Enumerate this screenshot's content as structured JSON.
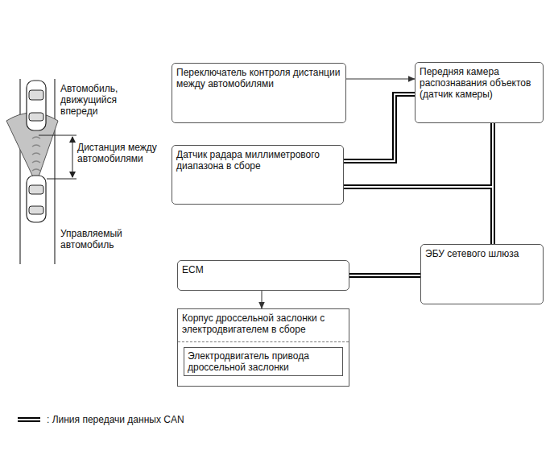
{
  "diagram": {
    "nodes": [
      {
        "text": [
          "Переключатель контроля дистанции между автомобилями"
        ]
      },
      {
        "text": [
          "Передняя камера распознавания объектов (датчик камеры)"
        ]
      },
      {
        "text": [
          "Датчик радара миллиметрового диапазона в сборе"
        ]
      },
      {
        "text": [
          "ЭБУ сетевого шлюза"
        ]
      },
      {
        "text": [
          "ECM"
        ]
      },
      {
        "text": [
          "Корпус дроссельной заслонки с электродвигателем в сборе"
        ]
      },
      {
        "text": [
          "Электродвигатель привода дроссельной заслонки"
        ],
        "in": 5
      }
    ],
    "edges": [
      {
        "from": 0,
        "to": 1,
        "arrow": "to"
      },
      {
        "from": 2,
        "to": 1,
        "arrow": "none"
      },
      {
        "from": 1,
        "to": 3,
        "arrow": "none"
      },
      {
        "from": 2,
        "to": 3,
        "arrow": "none"
      },
      {
        "from": 3,
        "to": 4,
        "arrow": "none"
      },
      {
        "from": 4,
        "to": 5,
        "arrow": "to"
      }
    ],
    "labels": [
      "Автомобиль, движущийся впереди",
      "Дистанция между автомобилями",
      "Управляемый автомобиль"
    ],
    "legend": [
      {
        "text": ": Линия передачи данных CAN"
      }
    ]
  }
}
